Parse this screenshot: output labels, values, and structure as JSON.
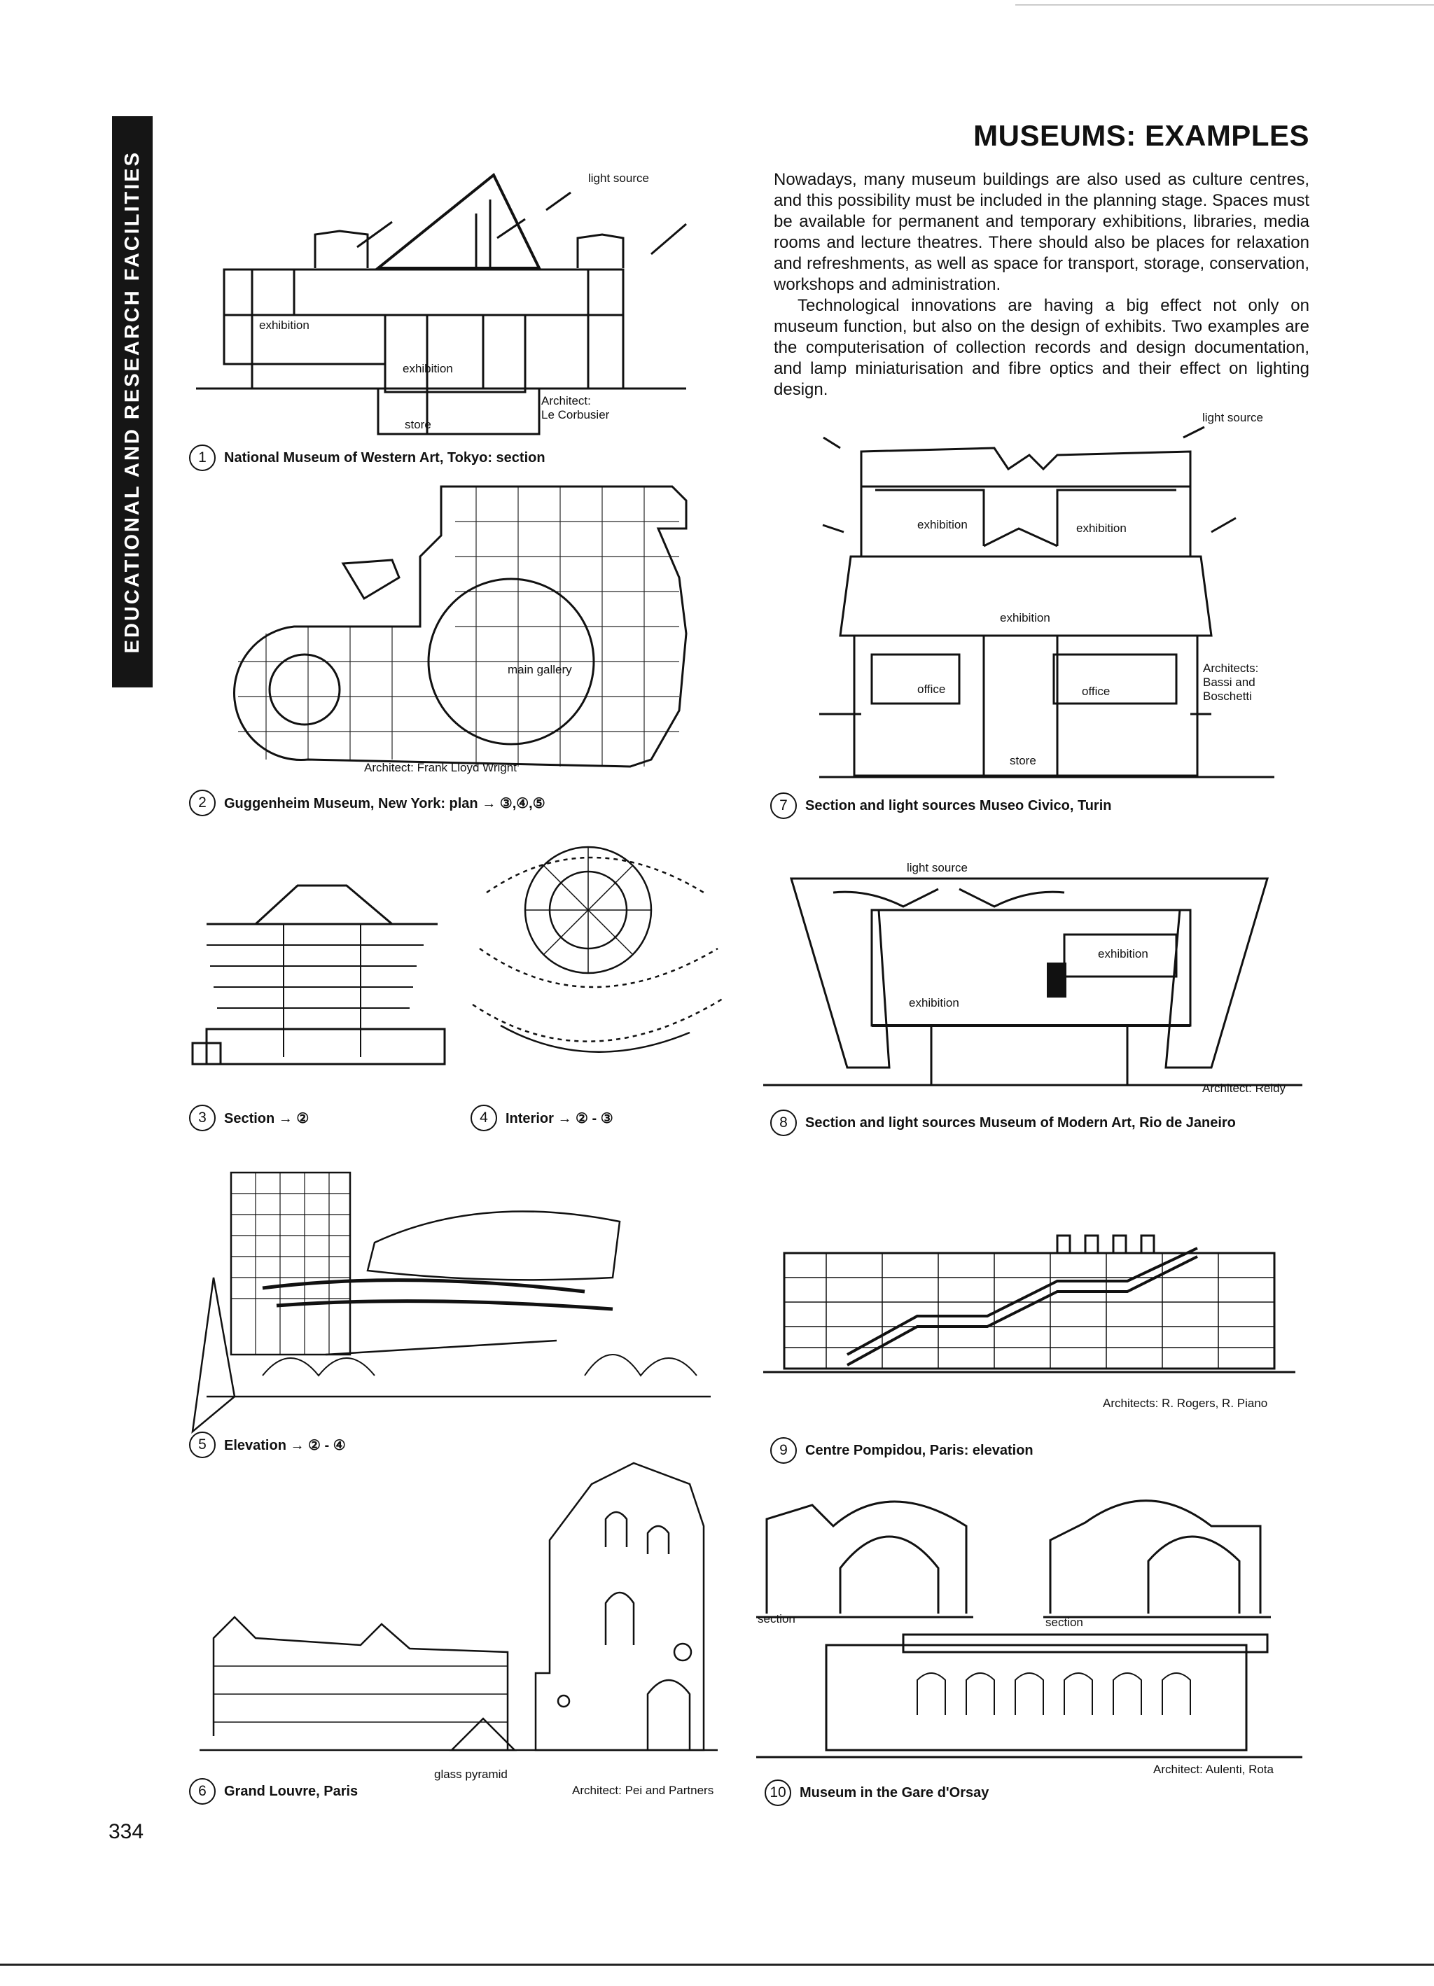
{
  "sidebar": "EDUCATIONAL AND RESEARCH FACILITIES",
  "title": "MUSEUMS: EXAMPLES",
  "intro": [
    "Nowadays, many museum buildings are also used as culture centres, and this possibility must be included in the planning stage. Spaces must be available for permanent and temporary exhibitions, libraries, media rooms and lecture theatres. There should also be places for relaxation and refreshments, as well as space for transport, storage, conservation, workshops and administration.",
    "Technological innovations are having a big effect not only on museum function, but also on the design of exhibits. Two examples are the computerisation of collection records and design documentation, and lamp miniaturisation and fibre optics and their effect on lighting design."
  ],
  "fig1": {
    "num": "1",
    "caption": "National Museum of Western Art, Tokyo: section",
    "light": "light source",
    "exhibition_a": "exhibition",
    "exhibition_b": "exhibition",
    "store": "store",
    "architect": "Architect:\nLe Corbusier"
  },
  "fig2": {
    "num": "2",
    "caption": "Guggenheim Museum, New York: plan → ③,④,⑤",
    "gallery": "main gallery",
    "architect": "Architect: Frank Lloyd Wright"
  },
  "fig3": {
    "num": "3",
    "caption": "Section → ②"
  },
  "fig4": {
    "num": "4",
    "caption": "Interior → ② - ③"
  },
  "fig5": {
    "num": "5",
    "caption": "Elevation → ② - ④"
  },
  "fig6": {
    "num": "6",
    "caption": "Grand Louvre, Paris",
    "pyramid": "glass pyramid",
    "architect": "Architect: Pei and Partners"
  },
  "fig7": {
    "num": "7",
    "caption": "Section and light sources Museo Civico, Turin",
    "light": "light source",
    "exhibition_a": "exhibition",
    "exhibition_b": "exhibition",
    "exhibition_c": "exhibition",
    "office_a": "office",
    "office_b": "office",
    "store": "store",
    "architect": "Architects:\nBassi and\nBoschetti"
  },
  "fig8": {
    "num": "8",
    "caption": "Section and light sources Museum of Modern Art, Rio de  Janeiro",
    "light": "light source",
    "exhibition_a": "exhibition",
    "exhibition_b": "exhibition",
    "architect": "Architect: Reidy"
  },
  "fig9": {
    "num": "9",
    "caption": "Centre Pompidou, Paris: elevation",
    "architect": "Architects: R. Rogers, R. Piano"
  },
  "fig10": {
    "num": "10",
    "caption": "Museum in the Gare d'Orsay",
    "section_a": "section",
    "section_b": "section",
    "architect": "Architect: Aulenti, Rota"
  },
  "page_number": "334"
}
